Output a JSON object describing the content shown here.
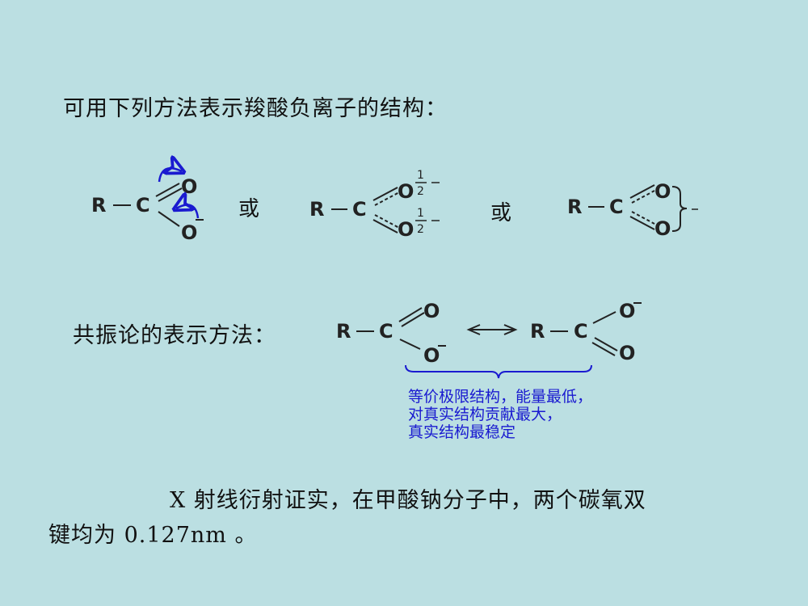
{
  "slide": {
    "background_color": "#BBDFE2",
    "title": "可用下列方法表示羧酸负离子的结构：",
    "structures": {
      "or_1": "或",
      "or_2": "或",
      "atoms": {
        "R": "R",
        "C": "C",
        "O": "O",
        "minus": "-",
        "half_num": "1",
        "half_den": "2"
      }
    },
    "resonance": {
      "label": "共振论的表示方法：",
      "note_lines": [
        "等价极限结构，能量最低，",
        "对真实结构贡献最大，",
        "真实结构最稳定"
      ],
      "note_color": "#1a1ad0"
    },
    "conclusion": {
      "line1": "X 射线衍射证实，在甲酸钠分子中，两个碳氧双",
      "line2": "键均为 0.127nm 。"
    }
  }
}
